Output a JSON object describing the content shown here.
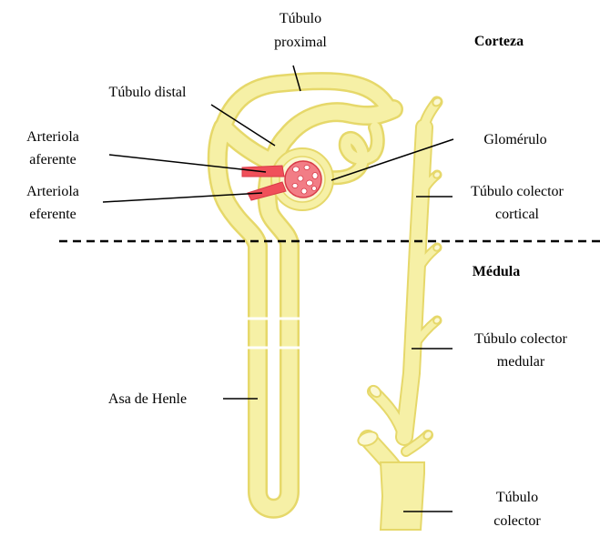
{
  "diagram": {
    "labels": {
      "tubulo_proximal": [
        "Túbulo",
        "proximal"
      ],
      "corteza": "Corteza",
      "tubulo_distal": "Túbulo distal",
      "glomerulo": "Glomérulo",
      "arteriola_aferente": [
        "Arteriola",
        "aferente"
      ],
      "arteriola_eferente": [
        "Arteriola",
        "eferente"
      ],
      "tubulo_colector_cortical": [
        "Túbulo colector",
        "cortical"
      ],
      "medula": "Médula",
      "tubulo_colector_medular": [
        "Túbulo colector",
        "medular"
      ],
      "asa_de_henle": "Asa de Henle",
      "tubulo_colector": [
        "Túbulo",
        "colector"
      ]
    },
    "colors": {
      "tubule_fill": "#f6f0a6",
      "tubule_outline": "#e6d86a",
      "arteriole": "#f0505a",
      "glomerulus": "#f27d86",
      "capillary_lumen": "#ffffff",
      "boundary_line": "#000000",
      "leader_line": "#000000"
    }
  }
}
